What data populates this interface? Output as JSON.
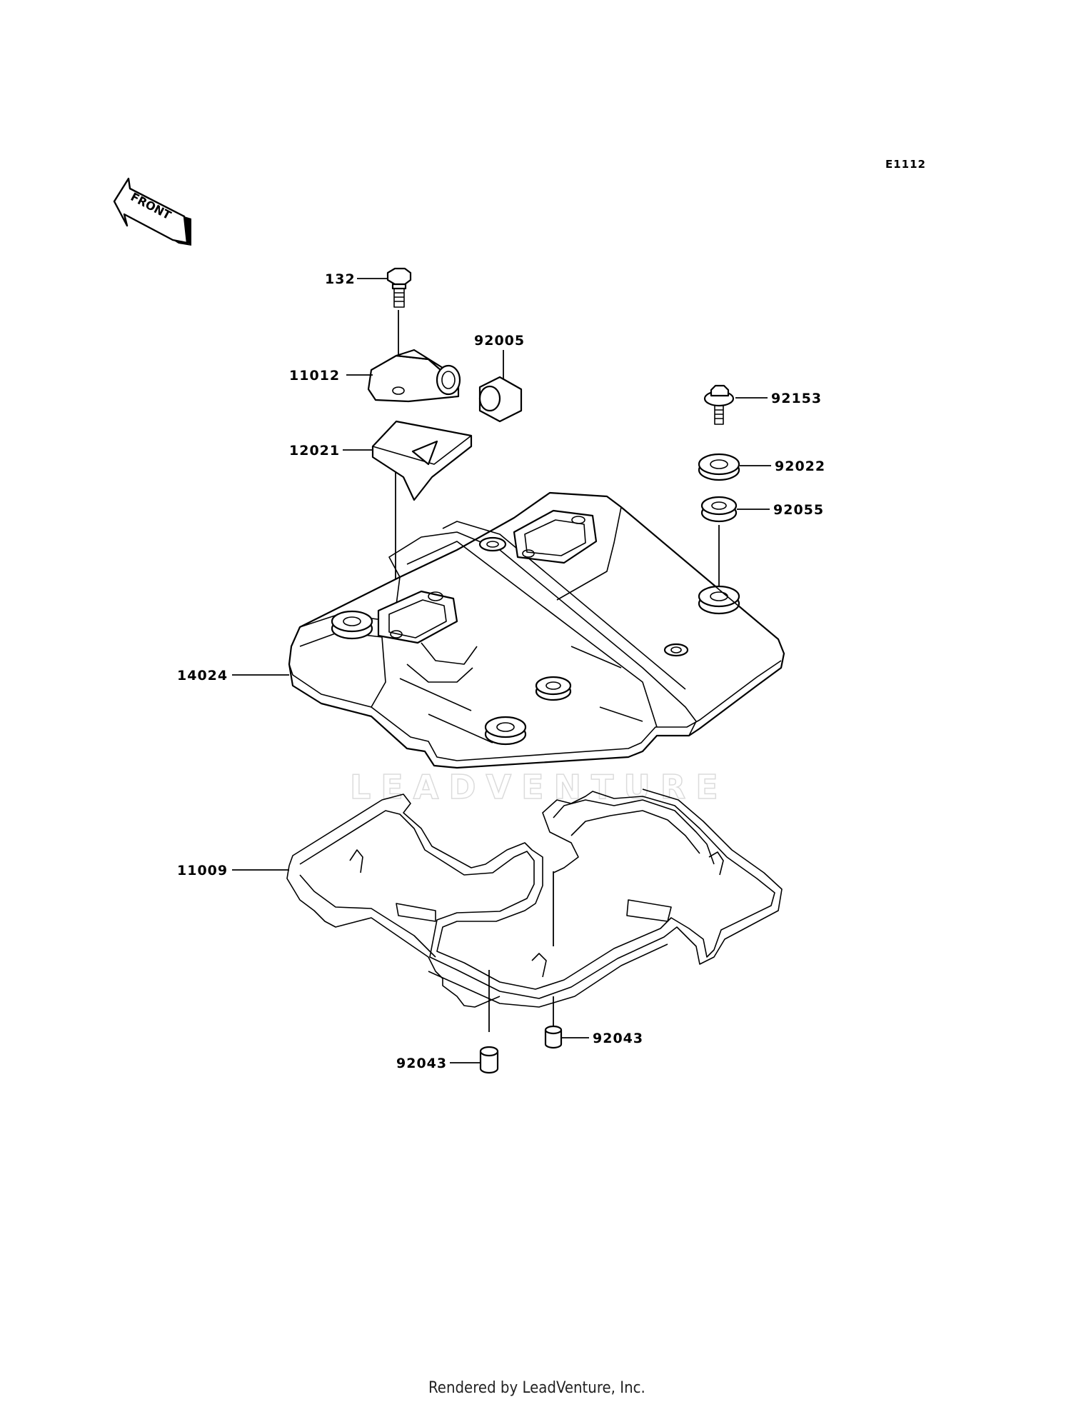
{
  "diagram_code": "E1112",
  "front_arrow_label": "FRONT",
  "watermark_text": "LEADVENTURE",
  "footer": "Rendered by LeadVenture, Inc.",
  "callouts": {
    "bolt_132": "132",
    "bracket_11012": "11012",
    "cap_92005": "92005",
    "plate_12021": "12021",
    "bolt_92153": "92153",
    "washer_92022": "92022",
    "grommet_92055": "92055",
    "cover_14024": "14024",
    "gasket_11009": "11009",
    "pin_92043_left": "92043",
    "pin_92043_right": "92043"
  }
}
